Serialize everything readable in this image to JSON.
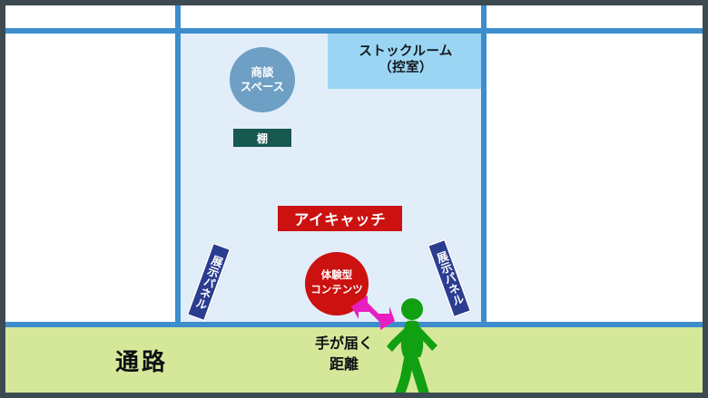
{
  "diagram": {
    "title": "exhibition-booth-floor-plan",
    "colors": {
      "frame": "#3d4a52",
      "wall": "#3d8dcc",
      "booth_floor": "#e2edfa",
      "stockroom": "#9bd5f4",
      "corridor": "#d5e89a",
      "meeting_circle": "#6e9fc4",
      "shelf": "#17584f",
      "accent_red": "#cc1111",
      "panel_navy": "#2b3d8f",
      "arrow_magenta": "#e81ec0",
      "person_green": "#11a011"
    }
  },
  "rooms": {
    "stockroom": {
      "label_line1": "ストックルーム",
      "label_line2": "（控室）"
    },
    "corridor": {
      "label": "通路"
    }
  },
  "fixtures": {
    "meeting_space": {
      "line1": "商談",
      "line2": "スペース"
    },
    "shelf": {
      "label": "棚"
    },
    "eyecatch": {
      "label": "アイキャッチ"
    },
    "experience": {
      "line1": "体験型",
      "line2": "コンテンツ"
    },
    "panel_left": {
      "label": "展示パネル"
    },
    "panel_right": {
      "label": "展示パネル"
    }
  },
  "annotations": {
    "reach_distance": {
      "line1": "手が届く",
      "line2": "距離"
    }
  },
  "icons": {
    "arrow": "double-headed-arrow-icon",
    "person": "walking-person-icon"
  }
}
